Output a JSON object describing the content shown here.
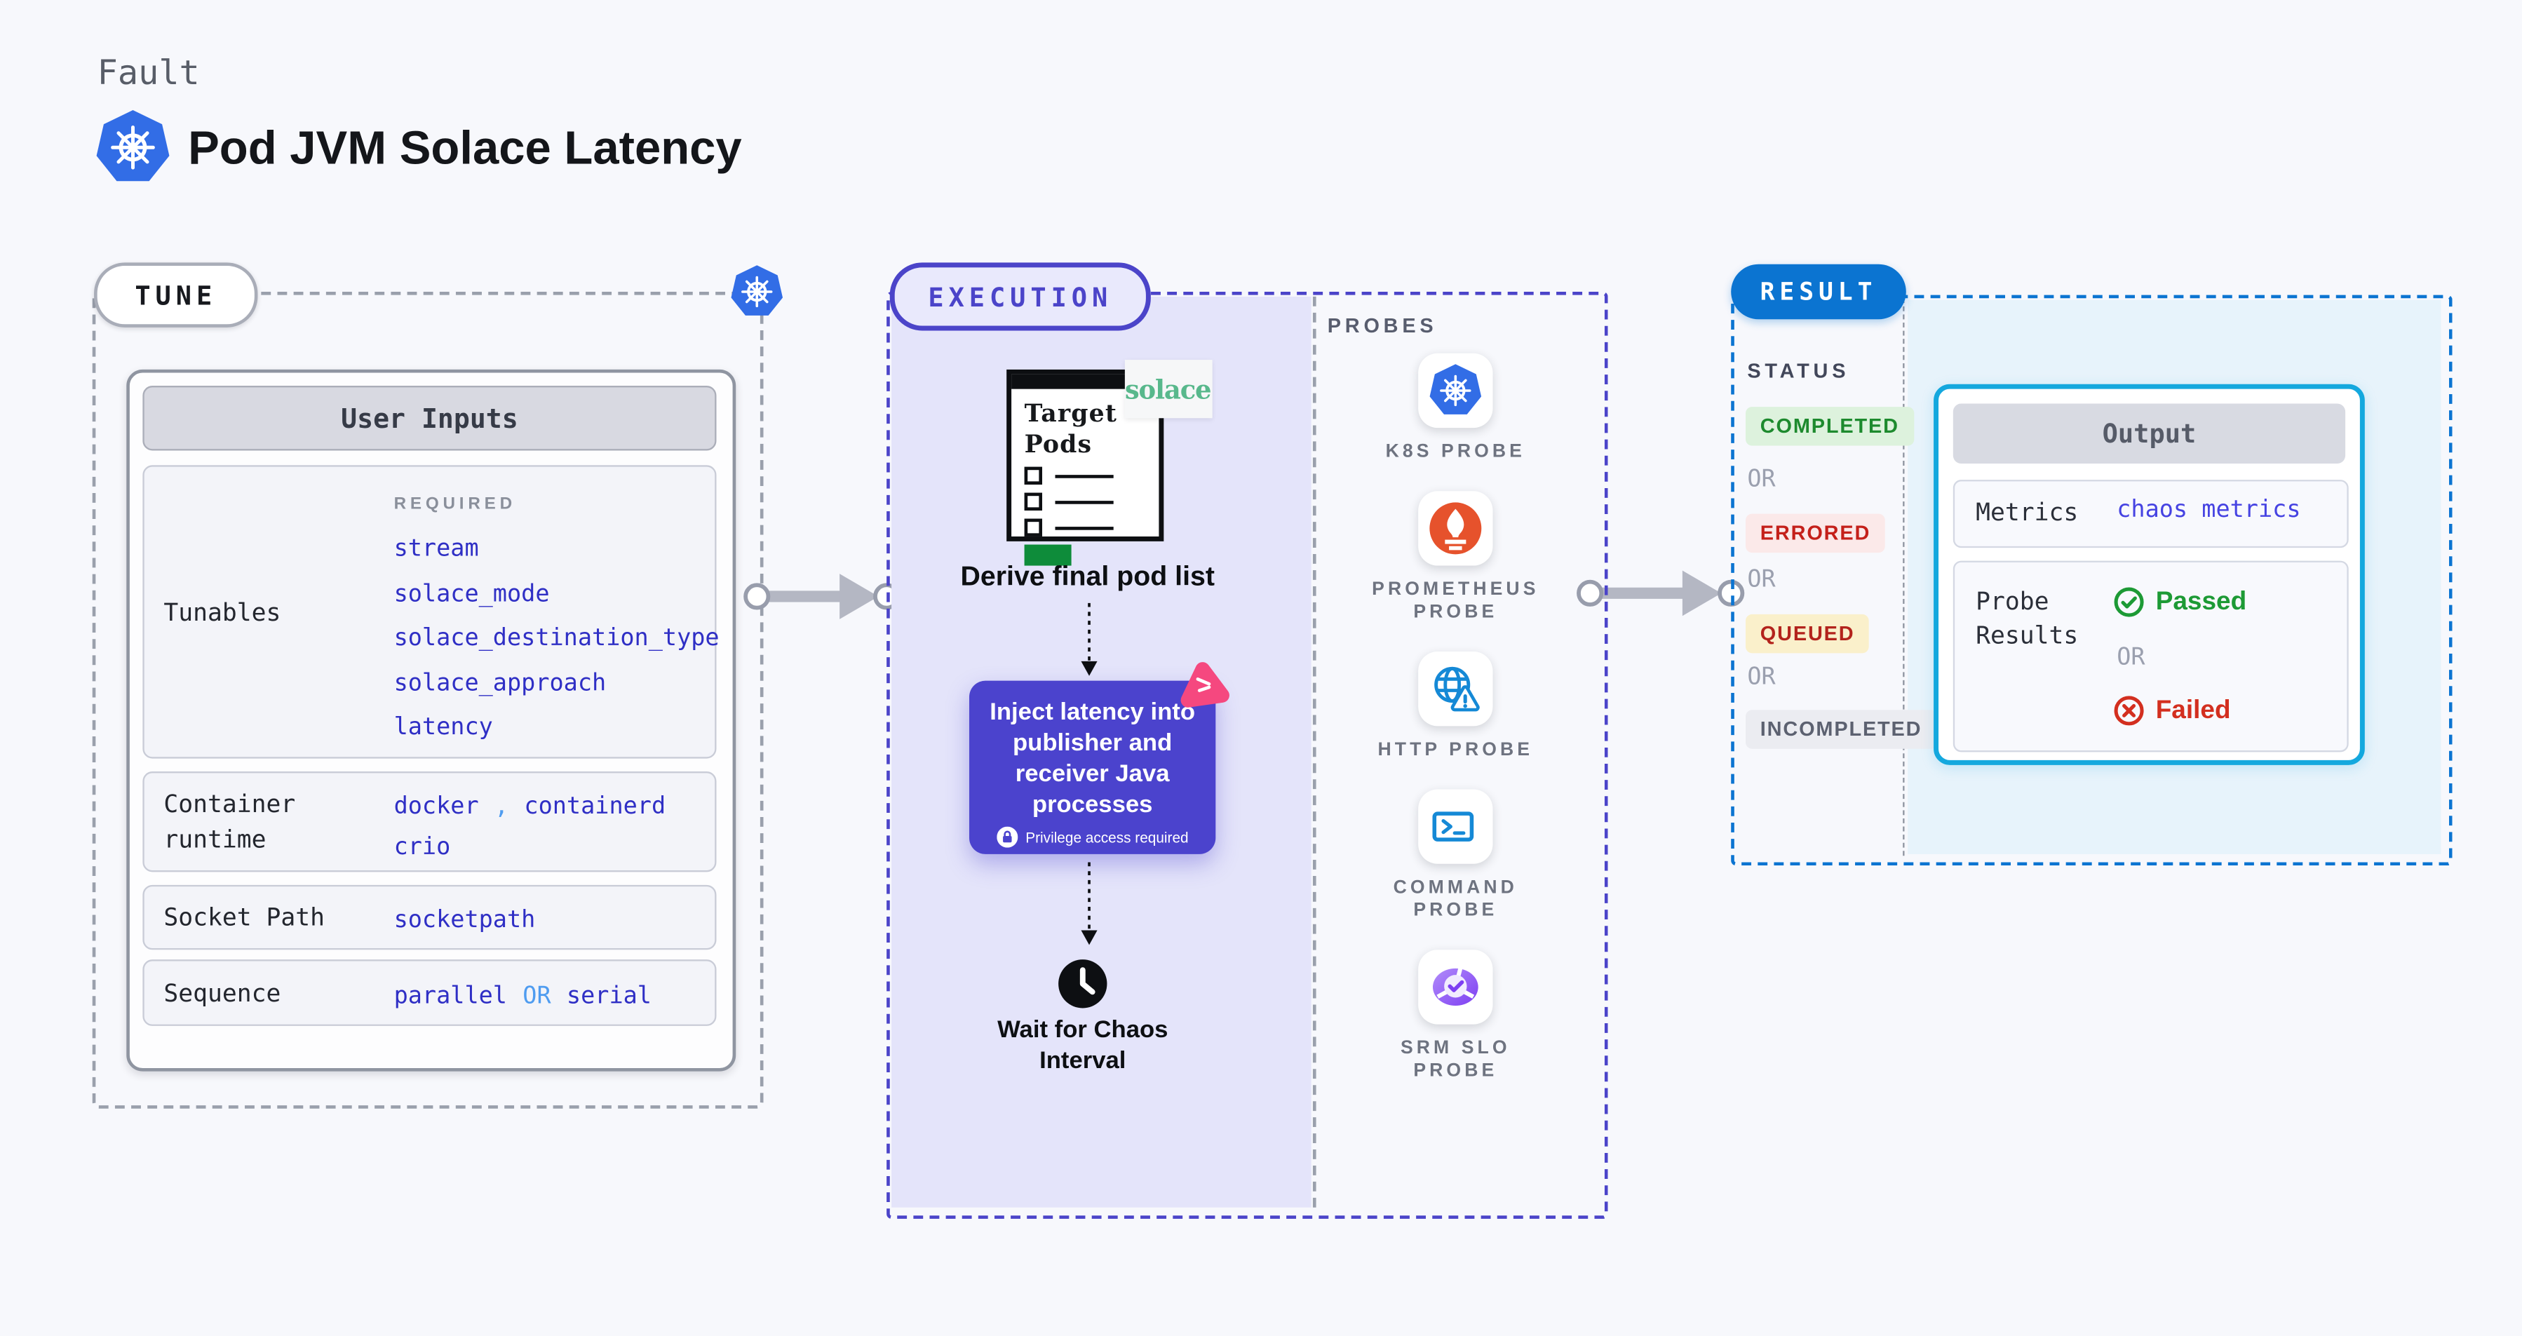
{
  "page": {
    "category_label": "Fault",
    "title": "Pod JVM Solace Latency"
  },
  "colors": {
    "accent_indigo": "#4b44c9",
    "inject_box": "#4b43cd",
    "result_blue": "#0b74d1",
    "output_border_cyan": "#14a8de",
    "value_blue": "#2f2fc5",
    "separator_blue": "#4f9cf0",
    "completed_green": "#1d8a2e",
    "errored_red": "#c4201a",
    "queued_red": "#b3231c",
    "incompleted_gray": "#5c6170",
    "passed_green": "#1d9a35",
    "failed_red": "#d32f1f",
    "k8s_blue": "#326de6",
    "prometheus_orange": "#e6522c",
    "solace_green": "#58b88c",
    "chaos_pink": "#f5487f",
    "target_pods_green": "#0e8c3a"
  },
  "tune": {
    "badge": "TUNE",
    "table": {
      "header": "User Inputs",
      "rows": [
        {
          "label": "Tunables",
          "required_label": "REQUIRED",
          "values": [
            "stream",
            "solace_mode",
            "solace_destination_type",
            "solace_approach",
            "latency"
          ]
        },
        {
          "label": "Container runtime",
          "values": [
            "docker",
            "containerd",
            "crio"
          ],
          "separator": ","
        },
        {
          "label": "Socket Path",
          "values": [
            "socketpath"
          ]
        },
        {
          "label": "Sequence",
          "values": [
            "parallel",
            "serial"
          ],
          "separator": "OR"
        }
      ]
    }
  },
  "execution": {
    "badge": "EXECUTION",
    "target_pods": {
      "title": "Target Pods",
      "solace_label": "solace"
    },
    "derive_label": "Derive final pod list",
    "inject": {
      "title": "Inject latency into publisher and receiver Java processes",
      "privilege_note": "Privilege access required"
    },
    "wait_label": "Wait for Chaos Interval",
    "probes": {
      "label": "PROBES",
      "items": [
        {
          "label": "K8S PROBE",
          "icon": "kubernetes-icon"
        },
        {
          "label": "PROMETHEUS PROBE",
          "icon": "prometheus-icon"
        },
        {
          "label": "HTTP PROBE",
          "icon": "globe-warning-icon"
        },
        {
          "label": "COMMAND PROBE",
          "icon": "terminal-icon"
        },
        {
          "label": "SRM SLO PROBE",
          "icon": "donut-check-icon"
        }
      ]
    }
  },
  "result": {
    "badge": "RESULT",
    "status": {
      "label": "STATUS",
      "or_label": "OR",
      "options": [
        "COMPLETED",
        "ERRORED",
        "QUEUED",
        "INCOMPLETED"
      ]
    },
    "output": {
      "header": "Output",
      "metrics_label": "Metrics",
      "metrics_value": "chaos metrics",
      "probe_results_label": "Probe Results",
      "passed_label": "Passed",
      "or_label": "OR",
      "failed_label": "Failed"
    }
  }
}
